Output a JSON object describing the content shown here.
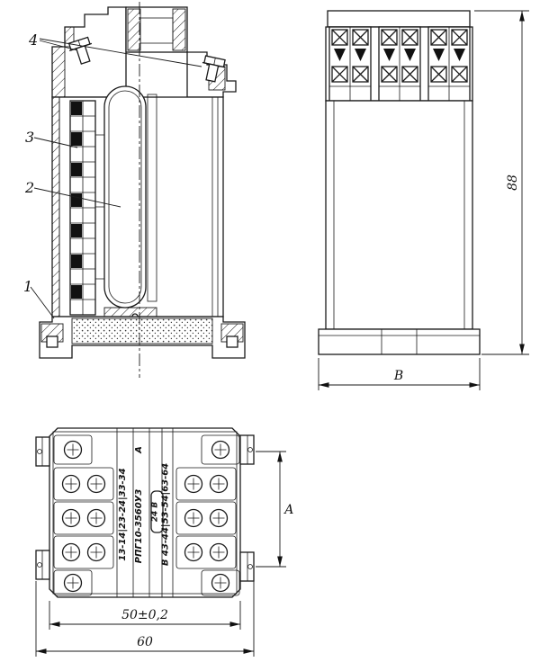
{
  "page": {
    "background_color": "#ffffff",
    "line_color": "#1a1a1a"
  },
  "section_view": {
    "callouts": {
      "c1": "1",
      "c2": "2",
      "c3": "3",
      "c4": "4"
    }
  },
  "front_view": {
    "dim_height": "88",
    "dim_width": "В"
  },
  "bottom_view": {
    "labels": {
      "contacts_left": "13-14|23-24|33-34",
      "type": "РПГ10-3560У3",
      "type_suffix": "А",
      "voltage": "24 В",
      "contacts_right": "В 43-44|53-54|63-64"
    },
    "dim_a": "А",
    "dim_pitch": "50±0,2",
    "dim_overall": "60"
  }
}
